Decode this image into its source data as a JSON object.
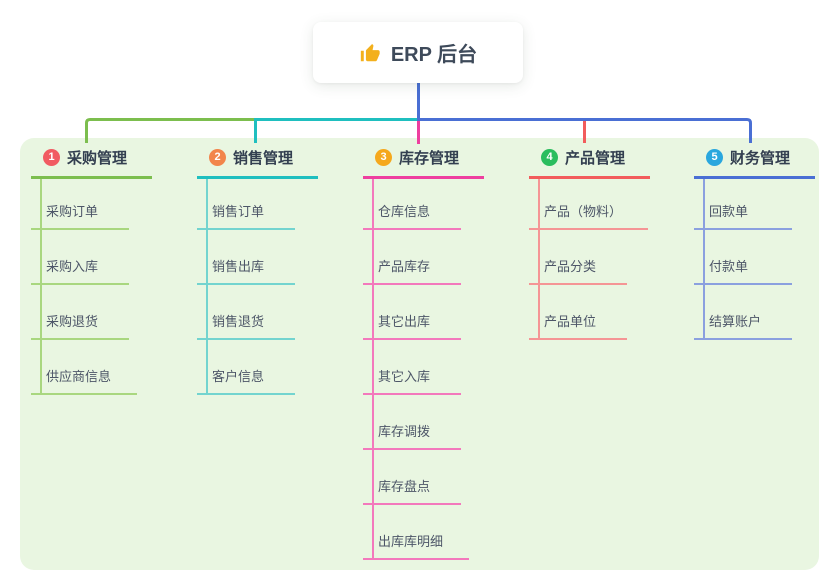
{
  "root": {
    "label": "ERP 后台",
    "icon": "thumbs-up-icon",
    "icon_color": "#f3b01c",
    "connector_color": "#4a6fd4"
  },
  "canvas": {
    "background": "#ffffff",
    "panel_background": "#e9f6e1"
  },
  "branches": [
    {
      "number": "1",
      "label": "采购管理",
      "badge_color": "#f15b62",
      "line_color": "#7cbe4e",
      "child_line_color": "#a9d77f",
      "children": [
        "采购订单",
        "采购入库",
        "采购退货",
        "供应商信息"
      ]
    },
    {
      "number": "2",
      "label": "销售管理",
      "badge_color": "#f2854b",
      "line_color": "#1fbfbf",
      "child_line_color": "#73d4cf",
      "children": [
        "销售订单",
        "销售出库",
        "销售退货",
        "客户信息"
      ]
    },
    {
      "number": "3",
      "label": "库存管理",
      "badge_color": "#f5a81c",
      "line_color": "#ee3f9f",
      "child_line_color": "#f378bc",
      "children": [
        "仓库信息",
        "产品库存",
        "其它出库",
        "其它入库",
        "库存调拨",
        "库存盘点",
        "出库库明细"
      ]
    },
    {
      "number": "4",
      "label": "产品管理",
      "badge_color": "#2abd5e",
      "line_color": "#f25c5c",
      "child_line_color": "#f59595",
      "children": [
        "产品（物料）",
        "产品分类",
        "产品单位"
      ]
    },
    {
      "number": "5",
      "label": "财务管理",
      "badge_color": "#2aa7de",
      "line_color": "#4a6fd4",
      "child_line_color": "#8ba0df",
      "children": [
        "回款单",
        "付款单",
        "结算账户"
      ]
    }
  ]
}
